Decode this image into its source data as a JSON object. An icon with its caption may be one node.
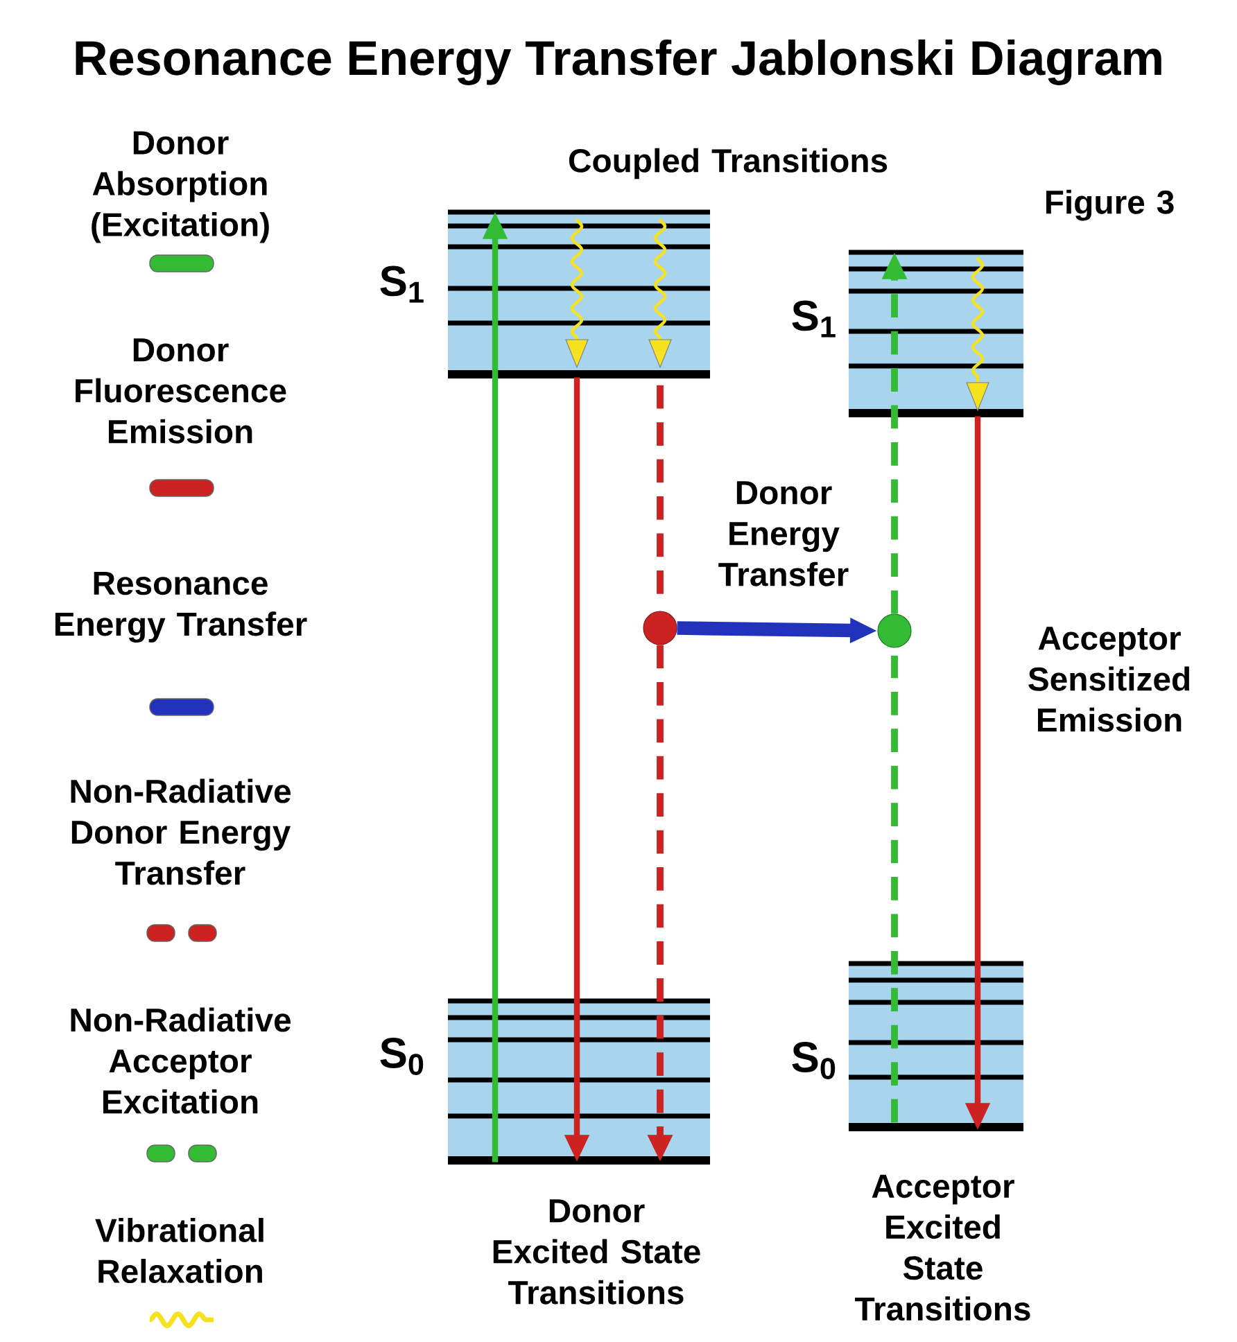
{
  "diagram": {
    "title": "Resonance Energy Transfer Jablonski Diagram",
    "nodes": [
      {
        "text": [],
        "shape": "band",
        "beside": [
          "S$_{1}$"
        ]
      },
      {
        "text": [],
        "shape": "band",
        "beside": [
          "S$_{0}$",
          "Donor Excited State Transitions"
        ]
      },
      {
        "text": [],
        "shape": "band",
        "beside": [
          "S$_{1}$"
        ]
      },
      {
        "text": [],
        "shape": "band",
        "beside": [
          "S$_{0}$",
          "Acceptor Excited State Transitions"
        ]
      },
      {
        "text": [],
        "shape": "circle"
      },
      {
        "text": [],
        "shape": "circle"
      }
    ],
    "edges": [
      {
        "from": 1,
        "to": 0,
        "arrow": "to",
        "color": "#33bb33"
      },
      {
        "from": 0,
        "to": 1,
        "arrow": "to"
      },
      {
        "from": 0,
        "to": 4,
        "arrow": "none",
        "style": "dashed"
      },
      {
        "from": 4,
        "to": 1,
        "arrow": "to",
        "style": "dashed"
      },
      {
        "from": 4,
        "to": 5,
        "arrow": "to",
        "style": "thick",
        "color": "#2233bb",
        "label": "Donor Energy Transfer"
      },
      {
        "from": 3,
        "to": 5,
        "arrow": "none",
        "style": "dashed",
        "color": "#33bb33"
      },
      {
        "from": 5,
        "to": 2,
        "arrow": "to",
        "style": "dashed",
        "color": "#33bb33"
      },
      {
        "from": 2,
        "to": 3,
        "arrow": "to"
      }
    ],
    "labels": [
      "Coupled Transitions",
      "Figure 3",
      "Acceptor Sensitized Emission"
    ],
    "legend": [
      {
        "text": "Donor Absorption (Excitation)",
        "color": "#33bb33"
      },
      {
        "text": "Donor Fluorescence Emission",
        "color": "#cc2222"
      },
      {
        "text": "Resonance Energy Transfer",
        "color": "#2233bb"
      },
      {
        "text": "Non-Radiative Donor Energy Transfer",
        "color": "#cc2222"
      },
      {
        "text": "Non-Radiative Acceptor Excitation",
        "color": "#33bb33"
      },
      {
        "text": "Vibrational Relaxation"
      }
    ]
  }
}
